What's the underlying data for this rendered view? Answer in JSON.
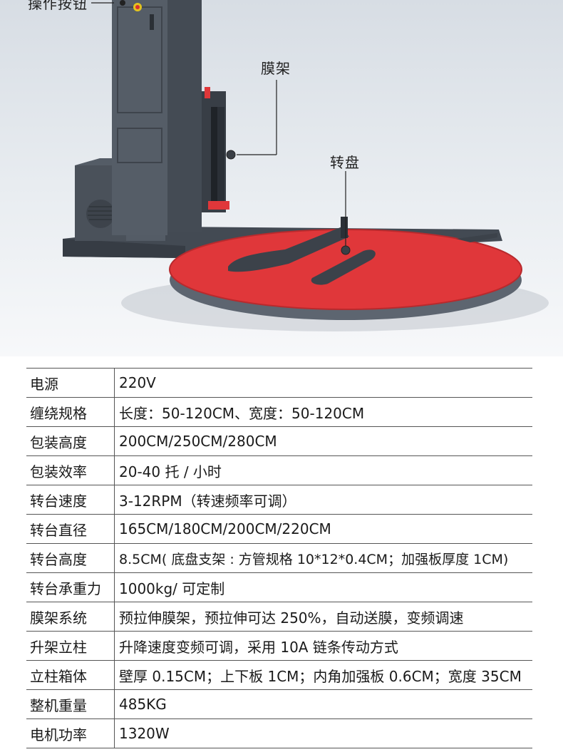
{
  "callouts": {
    "buttons": "操作按钮",
    "film_rack": "膜架",
    "turntable": "转盘"
  },
  "colors": {
    "turntable_red": "#e0373a",
    "machine_gray": "#4e5660"
  },
  "specs": [
    {
      "label": "电源",
      "value": "220V"
    },
    {
      "label": "缠绕规格",
      "value": "长度：50-120CM、宽度：50-120CM"
    },
    {
      "label": "包装高度",
      "value": "200CM/250CM/280CM"
    },
    {
      "label": "包装效率",
      "value": "20-40 托 / 小时"
    },
    {
      "label": "转台速度",
      "value": "3-12RPM（转速频率可调）"
    },
    {
      "label": "转台直径",
      "value": "165CM/180CM/200CM/220CM"
    },
    {
      "label": "转台高度",
      "value": "8.5CM( 底盘支架 : 方管规格 10*12*0.4CM；加强板厚度 1CM)"
    },
    {
      "label": "转台承重力",
      "value": "1000kg/ 可定制"
    },
    {
      "label": "膜架系统",
      "value": "预拉伸膜架，预拉伸可达 250%，自动送膜，变频调速"
    },
    {
      "label": "升架立柱",
      "value": "升降速度变频可调，采用 10A 链条传动方式"
    },
    {
      "label": "立柱箱体",
      "value": "壁厚 0.15CM；上下板 1CM；内角加强板 0.6CM；宽度 35CM"
    },
    {
      "label": "整机重量",
      "value": "485KG"
    },
    {
      "label": "电机功率",
      "value": "1320W"
    }
  ]
}
